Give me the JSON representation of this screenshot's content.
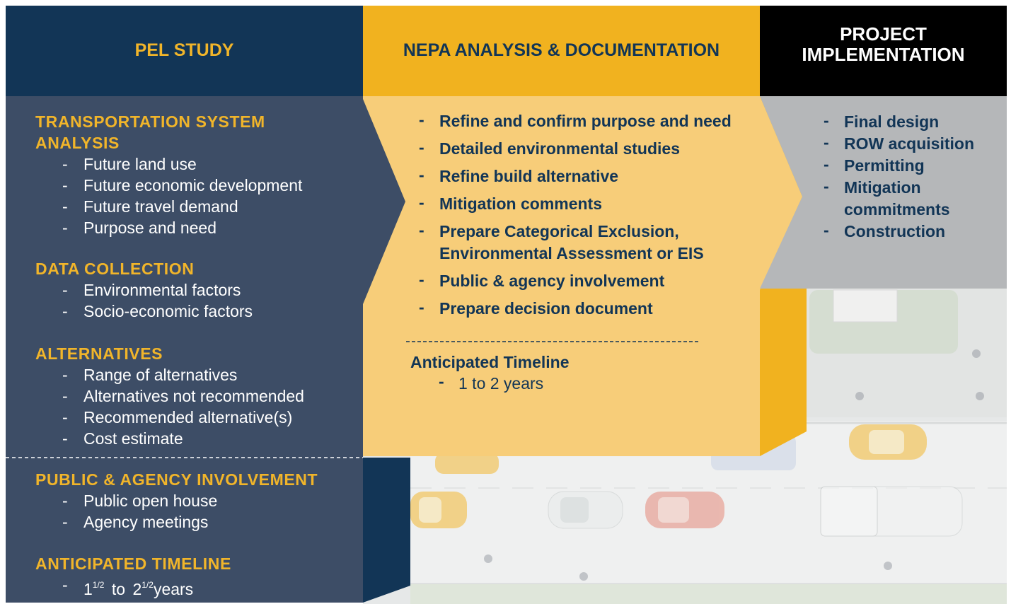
{
  "header": {
    "pel": "PEL STUDY",
    "nepa": "NEPA ANALYSIS & DOCUMENTATION",
    "implementation": "PROJECT IMPLEMENTATION"
  },
  "pel": {
    "sections": [
      {
        "title": "TRANSPORTATION SYSTEM ANALYSIS",
        "items": [
          "Future land use",
          "Future economic development",
          "Future travel demand",
          "Purpose and need"
        ]
      },
      {
        "title": "DATA COLLECTION",
        "items": [
          "Environmental factors",
          "Socio-economic factors"
        ]
      },
      {
        "title": "ALTERNATIVES",
        "items": [
          "Range of alternatives",
          "Alternatives not recommended",
          "Recommended alternative(s)",
          "Cost estimate"
        ]
      },
      {
        "title": "PUBLIC & AGENCY INVOLVEMENT",
        "items": [
          "Public open house",
          "Agency meetings"
        ]
      },
      {
        "title": "ANTICIPATED TIMELINE",
        "timeline": {
          "start_whole": "1",
          "start_fraction": "1/2",
          "to": "to",
          "end_whole": "2",
          "end_fraction": "1/2",
          "unit": "years"
        }
      }
    ]
  },
  "nepa": {
    "items": [
      "Refine and confirm purpose and need",
      "Detailed environmental studies",
      "Refine build alternative",
      "Mitigation comments",
      "Prepare Categorical Exclusion, Environmental Assessment or EIS",
      "Public & agency involvement",
      "Prepare decision document"
    ],
    "timeline_title": "Anticipated Timeline",
    "timeline_value": "1 to 2 years"
  },
  "implementation": {
    "items": [
      "Final design",
      "ROW acquisition",
      "Permitting",
      "Mitigation commitments",
      "Construction"
    ]
  },
  "colors": {
    "navy": "#123556",
    "slate": "#3d4d66",
    "gold": "#f1b21f",
    "light_gold": "#f7cd79",
    "gray": "#b5b7b9",
    "black": "#000000"
  }
}
